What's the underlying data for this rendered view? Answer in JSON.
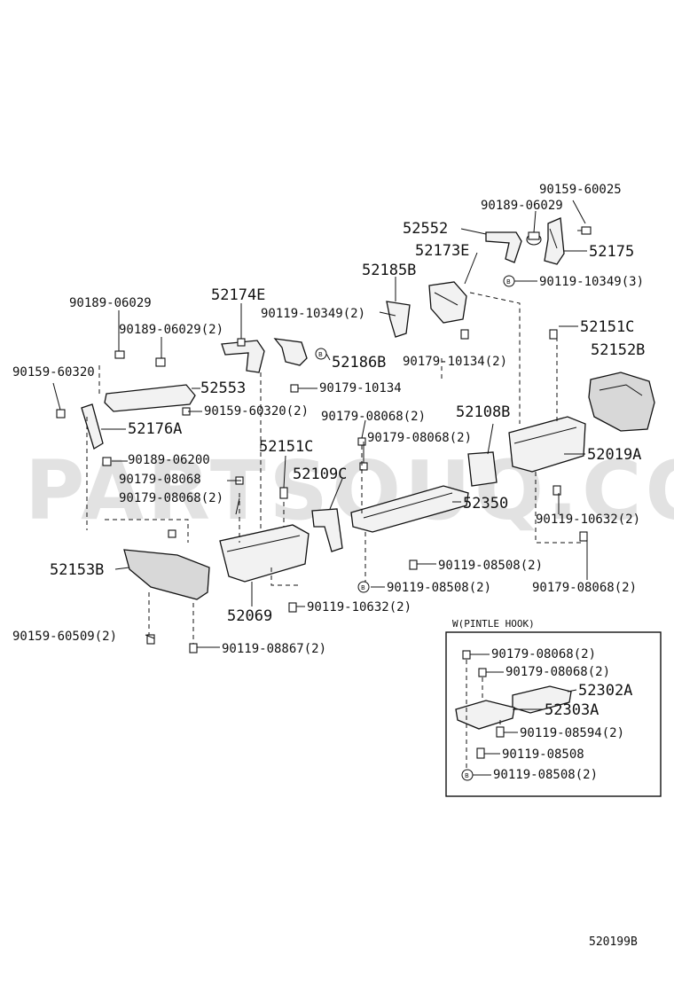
{
  "watermark": "PARTSOUQ.COM",
  "diagram_code": "520199B",
  "inset_title": "W(PINTLE HOOK)",
  "labels": {
    "p90159_60025": "90159-60025",
    "p90189_06029_a": "90189-06029",
    "p52552": "52552",
    "p52173E": "52173E",
    "p52175": "52175",
    "p52185B": "52185B",
    "p90119_10349_3": "90119-10349(3)",
    "p90189_06029_b": "90189-06029",
    "p52174E": "52174E",
    "p90119_10349_2": "90119-10349(2)",
    "p52151C_a": "52151C",
    "p90189_06029_2": "90189-06029(2)",
    "p52152B": "52152B",
    "p52186B": "52186B",
    "p90179_10134_2": "90179-10134(2)",
    "p90159_60320": "90159-60320",
    "p52553": "52553",
    "p90179_10134": "90179-10134",
    "p90159_60320_2": "90159-60320(2)",
    "p90179_08068_2a": "90179-08068(2)",
    "p52108B": "52108B",
    "p52176A": "52176A",
    "p90179_08068_2b": "90179-08068(2)",
    "p52019A": "52019A",
    "p52151C_b": "52151C",
    "p90189_06200": "90189-06200",
    "p52109C": "52109C",
    "p90179_08068_a": "90179-08068",
    "p90179_08068_2c": "90179-08068(2)",
    "p52350": "52350",
    "p90119_10632_2a": "90119-10632(2)",
    "p52153B": "52153B",
    "p90119_08508_2a": "90119-08508(2)",
    "p90119_08508_2b": "90119-08508(2)",
    "p90179_08068_2d": "90179-08068(2)",
    "p52069": "52069",
    "p90119_10632_2b": "90119-10632(2)",
    "p90159_60509_2": "90159-60509(2)",
    "p90119_08867_2": "90119-08867(2)",
    "i90179_08068_2a": "90179-08068(2)",
    "i90179_08068_2b": "90179-08068(2)",
    "i52302A": "52302A",
    "i52303A": "52303A",
    "i90119_08594_2": "90119-08594(2)",
    "i90119_08508": "90119-08508",
    "i90119_08508_2": "90119-08508(2)"
  },
  "washer_mark": "B"
}
